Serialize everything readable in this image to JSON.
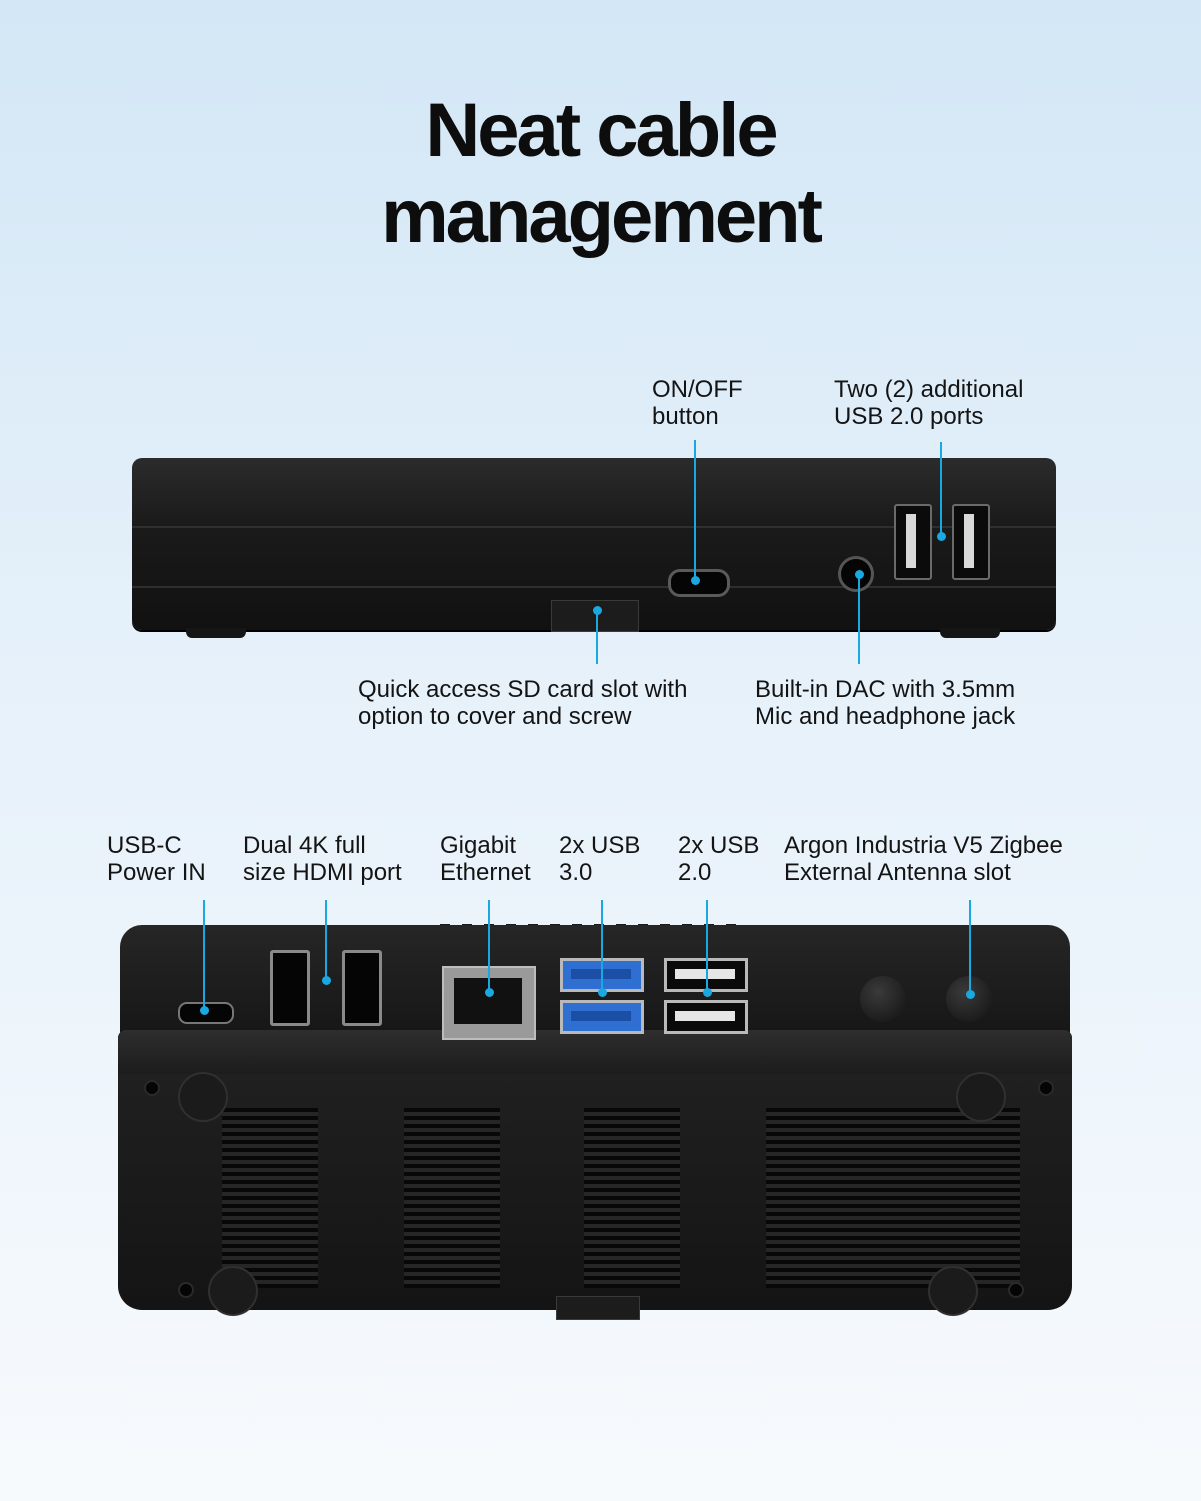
{
  "title": {
    "line1": "Neat cable",
    "line2": "management"
  },
  "top_labels": {
    "on_off": {
      "line1": "ON/OFF",
      "line2": "button"
    },
    "usb_additional": {
      "line1": "Two (2) additional",
      "line2": "USB 2.0 ports"
    },
    "sd_slot": {
      "line1": "Quick access SD card slot with",
      "line2": "option to cover and screw"
    },
    "dac": {
      "line1": "Built-in DAC with 3.5mm",
      "line2": "Mic and headphone jack"
    }
  },
  "bottom_labels": {
    "usb_c": {
      "line1": "USB-C",
      "line2": "Power IN"
    },
    "hdmi": {
      "line1": "Dual 4K full",
      "line2": "size HDMI port"
    },
    "ethernet": {
      "line1": "Gigabit",
      "line2": "Ethernet"
    },
    "usb3": {
      "line1": "2x USB",
      "line2": "3.0"
    },
    "usb2": {
      "line1": "2x USB",
      "line2": "2.0"
    },
    "antenna": {
      "line1": "Argon Industria V5 Zigbee",
      "line2": "External Antenna slot"
    }
  },
  "colors": {
    "callout": "#19a8e0",
    "device": "#1a1a1a",
    "usb3": "#2f6fd1"
  }
}
